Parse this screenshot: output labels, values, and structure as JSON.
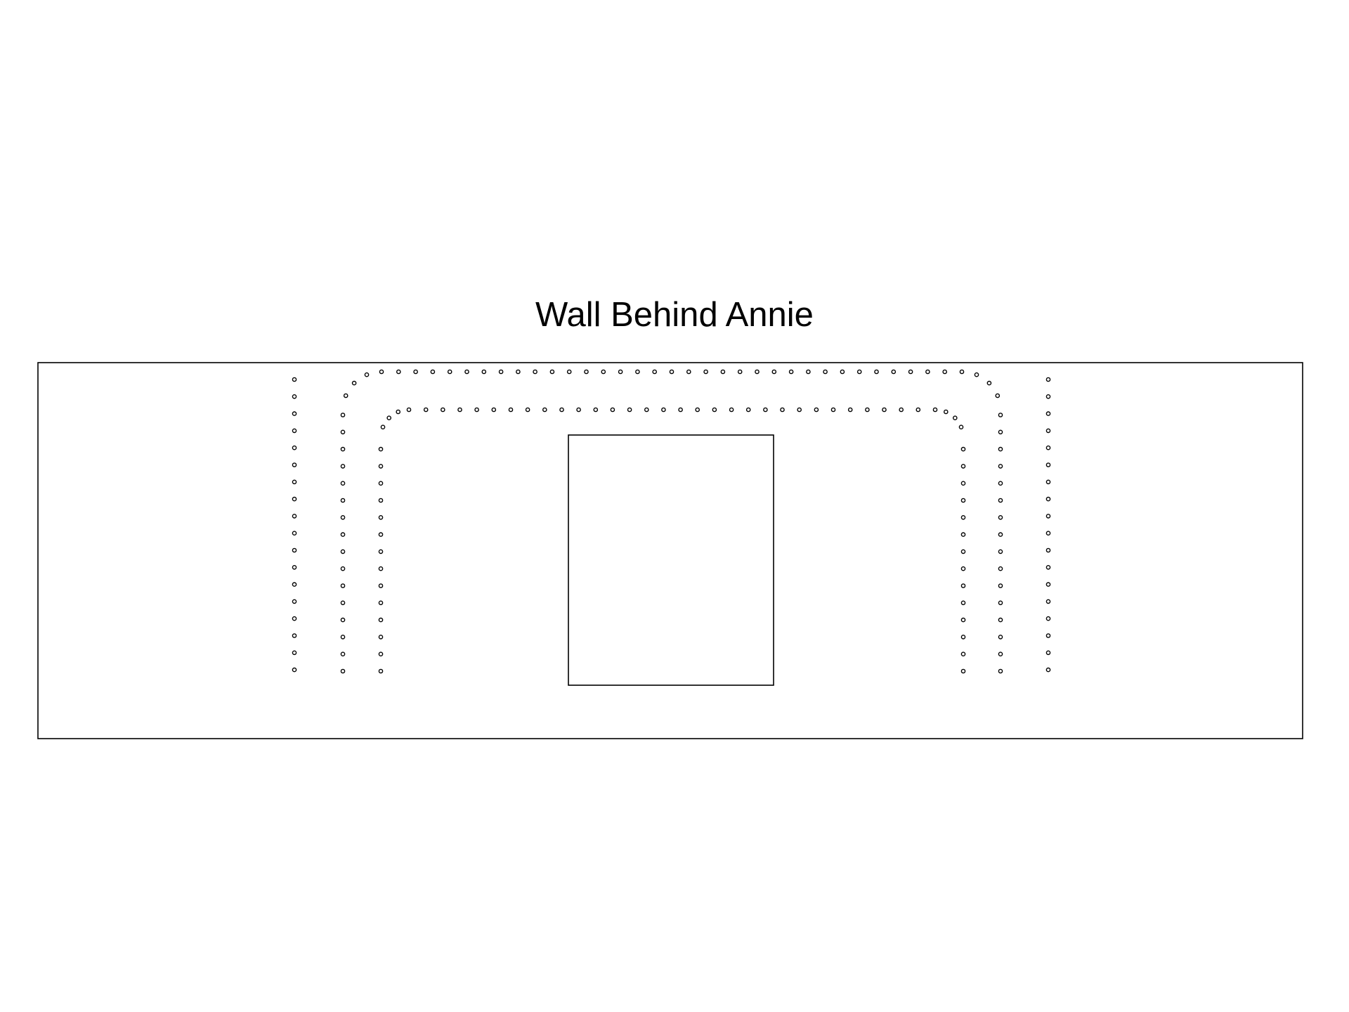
{
  "title": "Wall Behind Annie",
  "colors": {
    "background": "#ffffff",
    "stroke": "#000000"
  },
  "elements": {
    "wall": "wall-outline",
    "window": "center-rectangle",
    "light_strands": [
      "outer-light-strand",
      "middle-light-strand",
      "inner-light-strand"
    ]
  }
}
